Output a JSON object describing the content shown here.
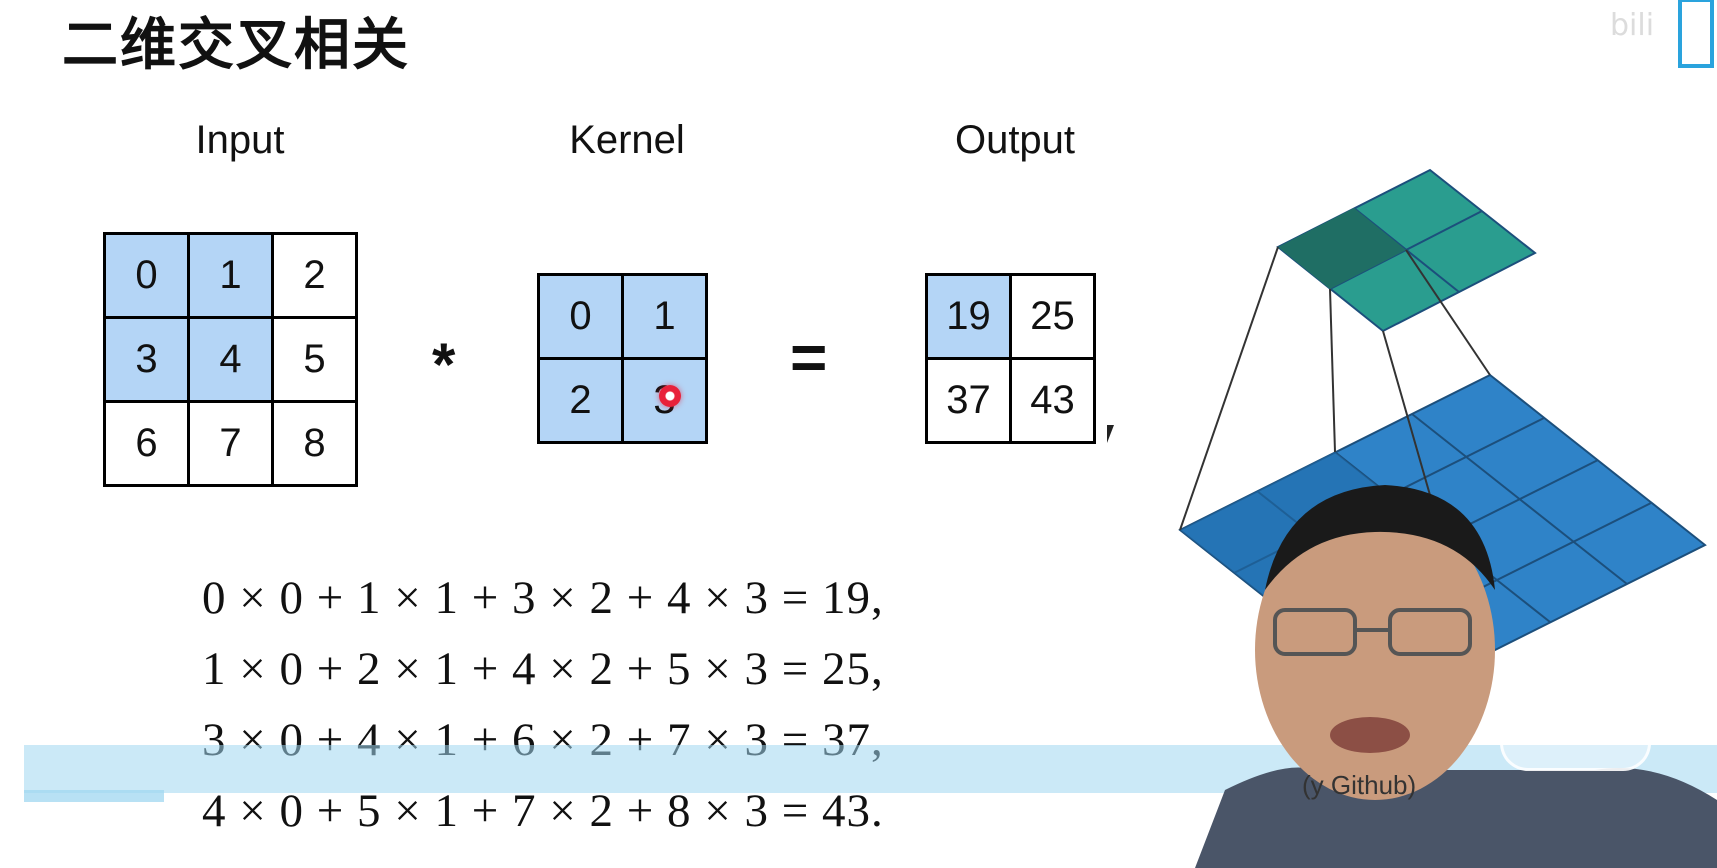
{
  "slide": {
    "title": "二维交叉相关",
    "labels": {
      "input": "Input",
      "kernel": "Kernel",
      "output": "Output"
    },
    "operators": {
      "multiply": "*",
      "equals": "="
    },
    "input_matrix": [
      [
        "0",
        "1",
        "2"
      ],
      [
        "3",
        "4",
        "5"
      ],
      [
        "6",
        "7",
        "8"
      ]
    ],
    "kernel_matrix": [
      [
        "0",
        "1"
      ],
      [
        "2",
        "3"
      ]
    ],
    "output_matrix": [
      [
        "19",
        "25"
      ],
      [
        "37",
        "43"
      ]
    ],
    "equations": [
      "0 × 0 + 1 × 1 + 3 × 2 + 4 × 3 = 19,",
      "1 × 0 + 2 × 1 + 4 × 2 + 5 × 3 = 25,",
      "3 × 0 + 4 × 1 + 6 × 2 + 7 × 3 = 37,",
      "4 × 0 + 5 × 1 + 7 × 2 + 8 × 3 = 43."
    ],
    "highlight_color": "#b4d5f6"
  },
  "overlay": {
    "subtitle_fragment": "(y                    Github)"
  }
}
